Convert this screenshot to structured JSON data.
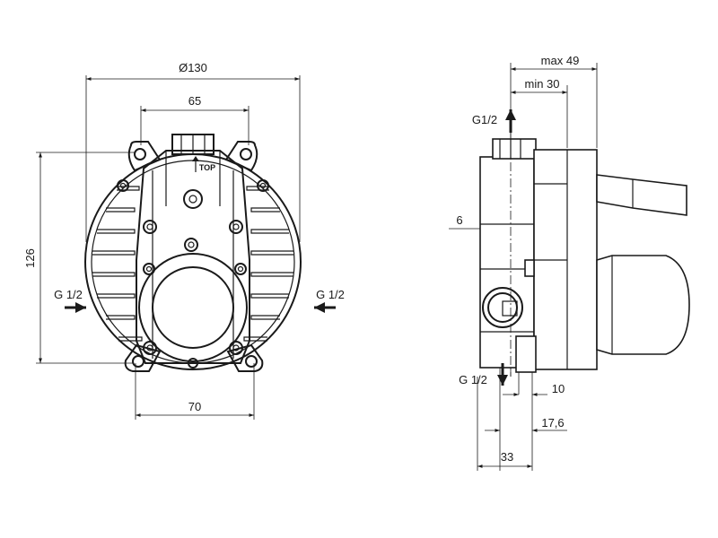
{
  "front_view": {
    "diameter_label": "Ø130",
    "top_width_label": "65",
    "bottom_width_label": "70",
    "height_label": "126",
    "left_port_label": "G 1/2",
    "right_port_label": "G 1/2",
    "top_mark": "TOP"
  },
  "side_view": {
    "max_depth_label": "max 49",
    "min_depth_label": "min 30",
    "top_port_label": "G1/2",
    "bottom_port_label": "G 1/2",
    "offset_label": "6",
    "dim_10_label": "10",
    "dim_17_label": "17,6",
    "dim_33_label": "33"
  }
}
